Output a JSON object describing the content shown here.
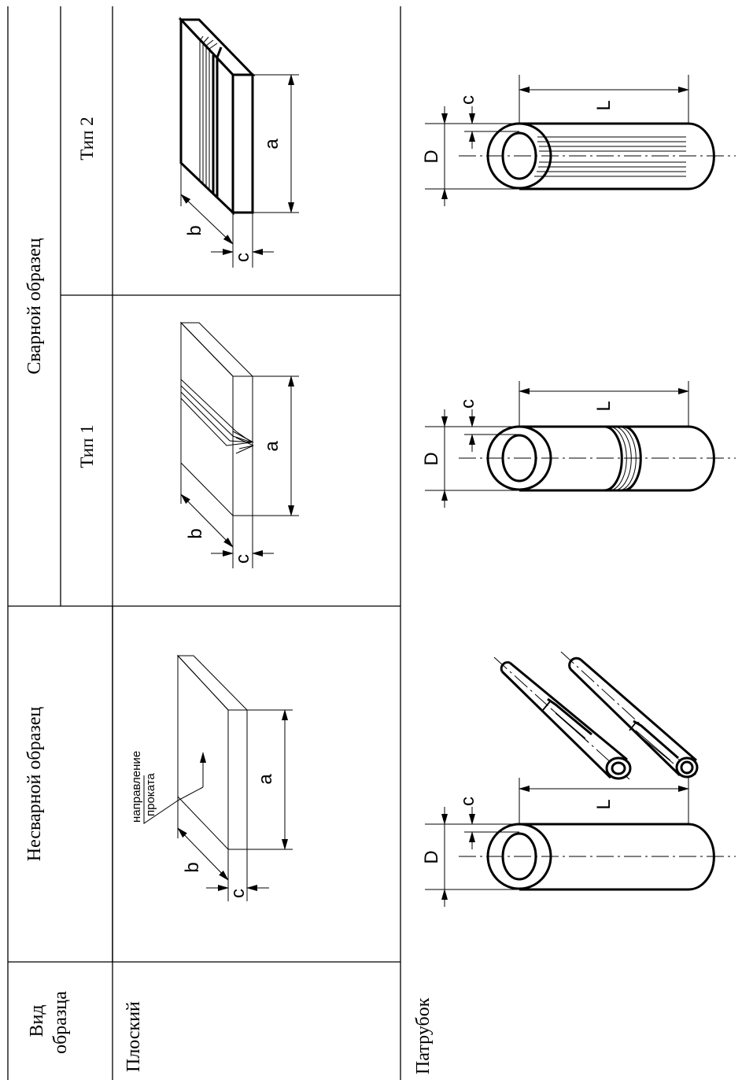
{
  "table": {
    "header": {
      "kind_label_line1": "Вид",
      "kind_label_line2": "образца",
      "nonwelded": "Несварной образец",
      "welded": "Сварной образец",
      "type1": "Тип 1",
      "type2": "Тип 2"
    },
    "rows": {
      "flat": "Плоский",
      "pipe": "Патрубок"
    }
  },
  "dimensions": {
    "a": "a",
    "b": "b",
    "c": "c",
    "D": "D",
    "L": "L"
  },
  "annotations": {
    "rolling_line1": "направление",
    "rolling_line2": "проката"
  }
}
